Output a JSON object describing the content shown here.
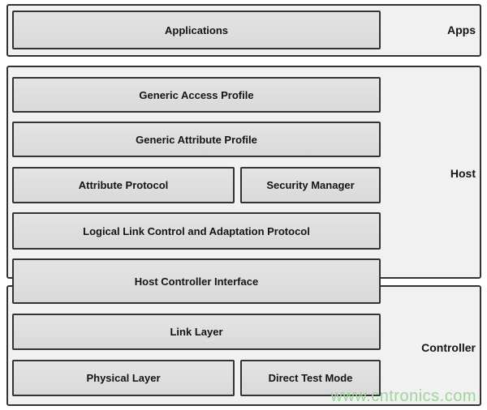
{
  "diagram": {
    "type": "block-stack",
    "sections": [
      {
        "id": "apps",
        "label": "Apps"
      },
      {
        "id": "host",
        "label": "Host"
      },
      {
        "id": "controller",
        "label": "Controller"
      }
    ],
    "layers": {
      "applications": "Applications",
      "generic_access_profile": "Generic Access Profile",
      "generic_attribute_profile": "Generic Attribute Profile",
      "attribute_protocol": "Attribute Protocol",
      "security_manager": "Security Manager",
      "l2cap": "Logical Link Control and Adaptation Protocol",
      "hci": "Host Controller Interface",
      "link_layer": "Link Layer",
      "physical_layer": "Physical Layer",
      "direct_test_mode": "Direct Test Mode"
    },
    "watermark": "www.cntronics.com",
    "colors": {
      "section_fill": "#f1f1f1",
      "box_fill": "#dedede",
      "border": "#333333",
      "text": "#141414",
      "watermark": "#9fd49f"
    }
  }
}
